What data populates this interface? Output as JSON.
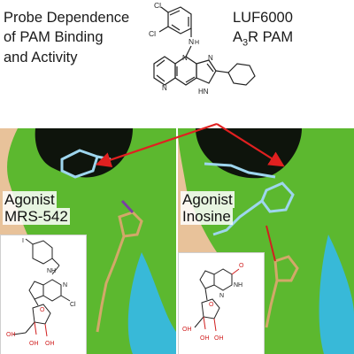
{
  "header": {
    "title_line1": "Probe Dependence",
    "title_line2": "of PAM Binding",
    "title_line3": "and Activity",
    "compound_name": "LUF6000",
    "compound_role_prefix": "A",
    "compound_role_sub": "3",
    "compound_role_suffix": "R PAM"
  },
  "structure_atoms": {
    "cl": "Cl",
    "nh": "N",
    "h": "H",
    "n": "N",
    "hn": "HN"
  },
  "panels": [
    {
      "label_line1": "Agonist",
      "label_line2": "MRS-542",
      "inset_atoms": {
        "iodo": "I",
        "nh": "NH",
        "n": "N",
        "cl": "Cl",
        "o": "O",
        "oh": "OH"
      }
    },
    {
      "label_line1": "Agonist",
      "label_line2": "Inosine",
      "inset_atoms": {
        "o": "O",
        "nh": "NH",
        "n": "N",
        "oh": "OH"
      }
    }
  ],
  "colors": {
    "protein_surface": "#5cb82f",
    "cavity": "#0e140c",
    "solvent_background": "#e8c29a",
    "cyan_region": "#38b9d8",
    "arrow": "#e02020",
    "ligand_light_blue": "#9ed6ee"
  }
}
